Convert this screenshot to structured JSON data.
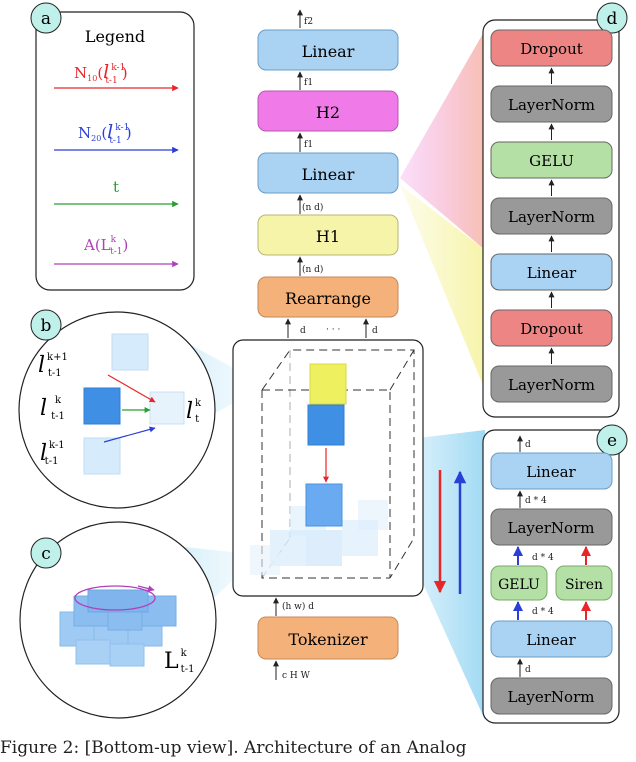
{
  "panels": {
    "a": "a",
    "b": "b",
    "c": "c",
    "d": "d",
    "e": "e"
  },
  "legend": {
    "title": "Legend",
    "items": [
      {
        "label": "N",
        "sub": "10",
        "paren_open": "(",
        "l": "l",
        "sup": "k-1",
        "low": "t-1",
        "paren_close": ")",
        "color": "#e8262a"
      },
      {
        "label": "N",
        "sub": "20",
        "paren_open": "(",
        "l": "l",
        "sup": "k-1",
        "low": "t-1",
        "paren_close": ")",
        "color": "#2a3fd6"
      },
      {
        "label": "t",
        "color": "#2a9d35"
      },
      {
        "label": "A(L",
        "sup": "k",
        "low": "t-1",
        "paren_close": ")",
        "color": "#b040b8"
      }
    ]
  },
  "center_stack": {
    "linear_top": "Linear",
    "h2": "H2",
    "linear_mid": "Linear",
    "h1": "H1",
    "rearrange": "Rearrange",
    "tokenizer": "Tokenizer",
    "dims": {
      "out_f2": "f2",
      "f1_a": "f1",
      "f1_b": "f1",
      "nd_a": "(n d)",
      "nd_b": "(n d)",
      "d_left": "d",
      "dots": "· · ·",
      "d_right": "d",
      "hwd": "(h w) d",
      "chw": "c H W"
    }
  },
  "panel_b": {
    "l": "l",
    "top_sup": "k+1",
    "top_low": "t-1",
    "mid_sup": "k",
    "mid_low": "t-1",
    "bot_sup": "k-1",
    "bot_low": "t-1",
    "right_sup": "k",
    "right_low": "t"
  },
  "panel_c": {
    "L": "L",
    "sup": "k",
    "low": "t-1"
  },
  "panel_d": {
    "blocks": [
      "Dropout",
      "LayerNorm",
      "GELU",
      "LayerNorm",
      "Linear",
      "Dropout",
      "LayerNorm"
    ]
  },
  "panel_e": {
    "linear_top": "Linear",
    "layernorm_top": "LayerNorm",
    "gelu": "GELU",
    "siren": "Siren",
    "linear_bottom": "Linear",
    "layernorm_bottom": "LayerNorm",
    "dims": {
      "d_out": "d",
      "d4_a": "d * 4",
      "d4_b": "d * 4",
      "d4_c": "d * 4",
      "d_in": "d"
    }
  },
  "caption": "Figure 2: [Bottom-up view]. Architecture of an Analog",
  "colors": {
    "linear": "#a9d2f3",
    "pink": "#f07ae8",
    "yellow": "#f6f4a8",
    "orange": "#f4b27a",
    "dropout": "#ee8585",
    "layernorm": "#999999",
    "gelu": "#b5e0a5",
    "circle": "#bff0ea",
    "red": "#e8262a",
    "blue": "#2a3fd6",
    "green": "#2a9d35",
    "purple": "#b040b8"
  }
}
